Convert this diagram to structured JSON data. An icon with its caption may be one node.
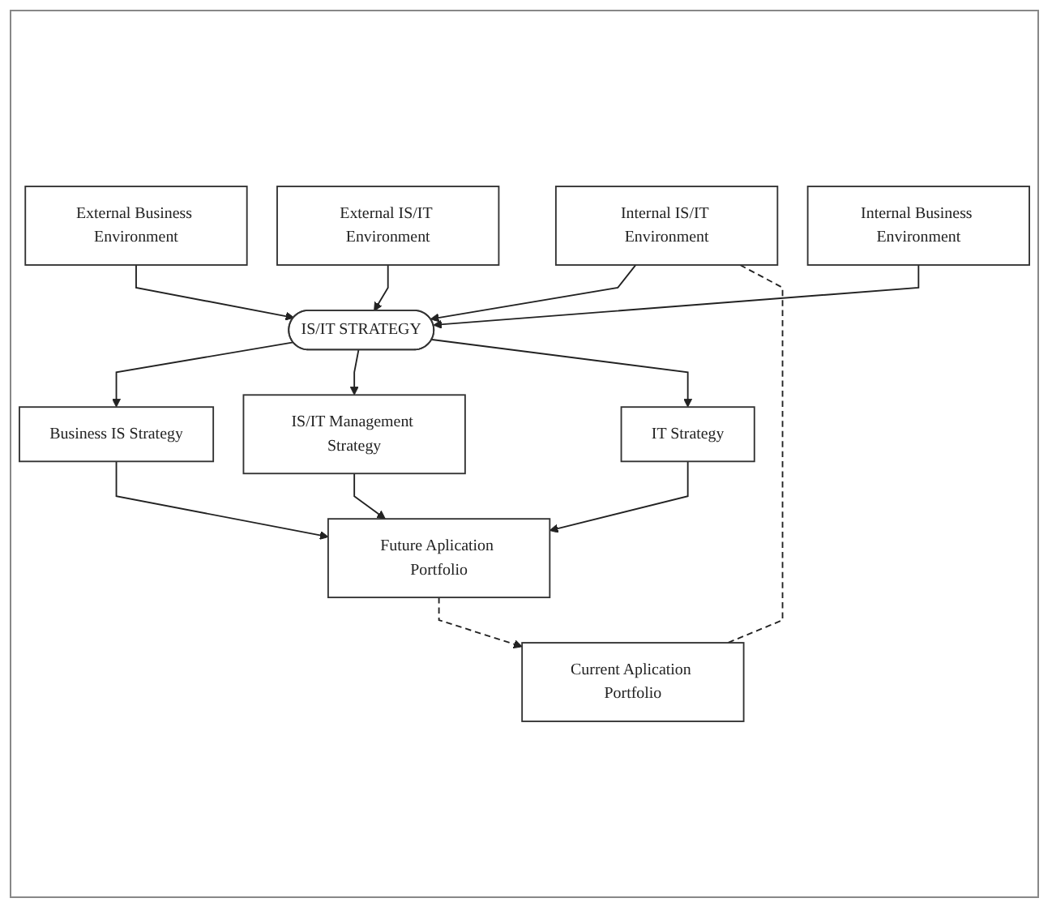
{
  "diagram": {
    "nodes": [
      {
        "text": [
          "External Business Environment"
        ]
      },
      {
        "text": [
          "External IS/IT Environment"
        ]
      },
      {
        "text": [
          "Internal Business Environment"
        ]
      },
      {
        "text": [
          "Internal IS/IT Environment"
        ]
      },
      {
        "text": [
          "IS/IT STRATEGY"
        ]
      },
      {
        "text": [
          "Current Aplication Portfolio"
        ]
      },
      {
        "text": [
          "Business IS Strategy"
        ]
      },
      {
        "text": [
          "IS/IT Management Strategy"
        ]
      },
      {
        "text": [
          "IT Strategy"
        ]
      },
      {
        "text": [
          "Future Aplication Portfolio"
        ]
      }
    ],
    "edges": [
      {
        "from": 0,
        "to": 4,
        "arrow": "to"
      },
      {
        "from": 1,
        "to": 4,
        "arrow": "to"
      },
      {
        "from": 2,
        "to": 4,
        "arrow": "to"
      },
      {
        "from": 3,
        "to": 4,
        "arrow": "to"
      },
      {
        "from": 3,
        "to": 5,
        "arrow": "none",
        "style": "dashed"
      },
      {
        "from": 4,
        "to": 6,
        "arrow": "to"
      },
      {
        "from": 4,
        "to": 7,
        "arrow": "to"
      },
      {
        "from": 4,
        "to": 8,
        "arrow": "to"
      },
      {
        "from": 6,
        "to": 9,
        "arrow": "to"
      },
      {
        "from": 7,
        "to": 9,
        "arrow": "to"
      },
      {
        "from": 8,
        "to": 9,
        "arrow": "to"
      },
      {
        "from": 9,
        "to": 5,
        "arrow": "to",
        "style": "dashed"
      }
    ]
  }
}
